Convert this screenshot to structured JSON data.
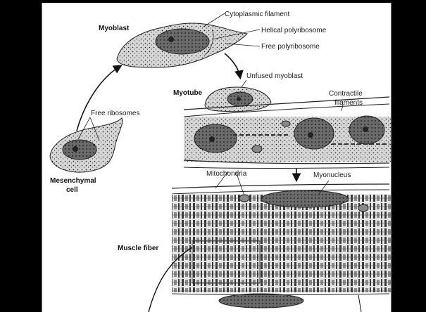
{
  "diagram": {
    "labels": {
      "myoblast": "Myoblast",
      "cytoplasmic_filament": "Cytoplasmic filament",
      "helical_polyribosome": "Helical polyribosome",
      "free_polyribosome": "Free polyribosome",
      "unfused_myoblast": "Unfused myoblast",
      "myotube": "Myotube",
      "contractile_filaments_1": "Contractile",
      "contractile_filaments_2": "filaments",
      "free_ribosomes": "Free ribosomes",
      "mesenchymal_1": "Mesenchymal",
      "mesenchymal_2": "cell",
      "mitochondria": "Mitochondria",
      "myonucleus": "Myonucleus",
      "muscle_fiber": "Muscle fiber"
    },
    "colors": {
      "background": "#000000",
      "panel": "#ffffff",
      "ink": "#1a1a1a",
      "cell_fill": "#d4d4d4",
      "nucleus_fill": "#5a5a5a"
    }
  }
}
